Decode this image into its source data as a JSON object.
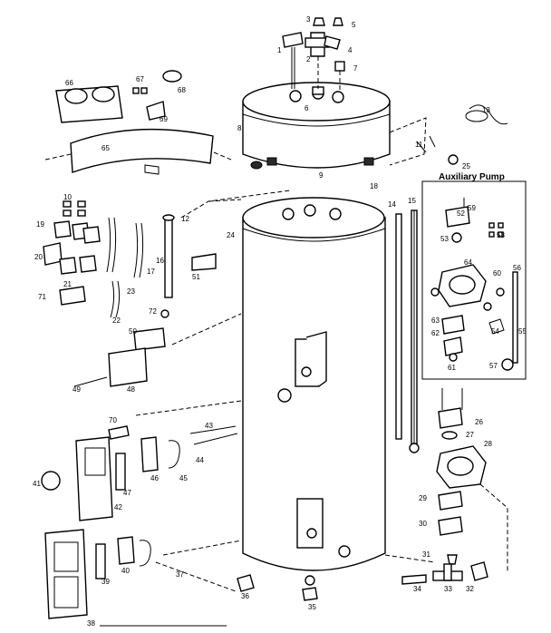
{
  "aux_pump_title": "Auxiliary Pump",
  "labels": [
    "1",
    "2",
    "3",
    "4",
    "5",
    "6",
    "7",
    "8",
    "9",
    "10",
    "11",
    "12",
    "13",
    "14",
    "15",
    "16",
    "17",
    "18",
    "19",
    "20",
    "21",
    "22",
    "23",
    "24",
    "25",
    "26",
    "27",
    "28",
    "29",
    "30",
    "31",
    "32",
    "33",
    "34",
    "35",
    "36",
    "37",
    "38",
    "39",
    "40",
    "41",
    "42",
    "43",
    "44",
    "45",
    "46",
    "47",
    "48",
    "49",
    "50",
    "51",
    "52",
    "53",
    "54",
    "55",
    "56",
    "57",
    "58",
    "59",
    "60",
    "61",
    "62",
    "63",
    "64",
    "65",
    "66",
    "67",
    "68",
    "69",
    "70",
    "71",
    "72"
  ]
}
